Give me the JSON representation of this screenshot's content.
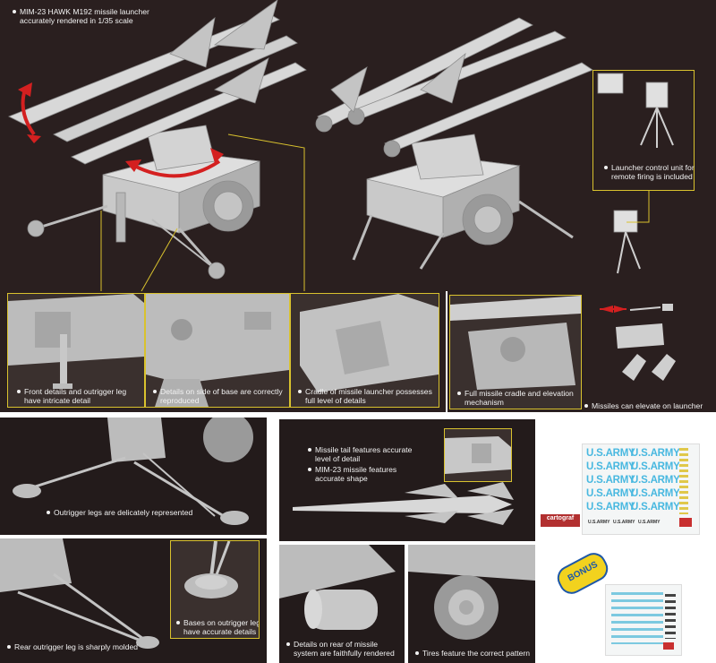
{
  "captions": {
    "headline_line1": "MIM-23 HAWK M192 missile launcher",
    "headline_line2": "accurately rendered in 1/35 scale",
    "control_unit_line1": "Launcher control unit for",
    "control_unit_line2": "remote firing is included",
    "front_details_line1": "Front details and outrigger leg",
    "front_details_line2": "have intricate detail",
    "side_base_line1": "Details on side of base are correctly",
    "side_base_line2": "reproduced",
    "cradle_line1": "Cradle of missile launcher possesses",
    "cradle_line2": "full level of details",
    "full_cradle_line1": "Full missile cradle and elevation",
    "full_cradle_line2": "mechanism",
    "elevate": "Missiles can elevate on launcher",
    "outrigger_legs": "Outrigger legs are delicately represented",
    "rear_leg": "Rear outrigger leg is sharply molded",
    "bases_line1": "Bases on outrigger legs",
    "bases_line2": "have accurate details",
    "tail_line1": "Missile tail features accurate",
    "tail_line2": "level of detail",
    "shape_line1": "MIM-23 missile features",
    "shape_line2": "accurate shape",
    "rear_missile_line1": "Details on rear of missile",
    "rear_missile_line2": "system are faithfully rendered",
    "tires": "Tires feature the correct pattern"
  },
  "decals": {
    "us_army": "U.S.ARMY",
    "us_army_small": "U.S.ARMY",
    "brand": "cartograf",
    "bonus": "BONUS"
  },
  "colors": {
    "panel_bg": "#2a1f1f",
    "highlight": "#d9c22e",
    "arrow": "#d42020",
    "decal_blue": "#48b8e0",
    "model_gray": "#c9c9c9"
  }
}
